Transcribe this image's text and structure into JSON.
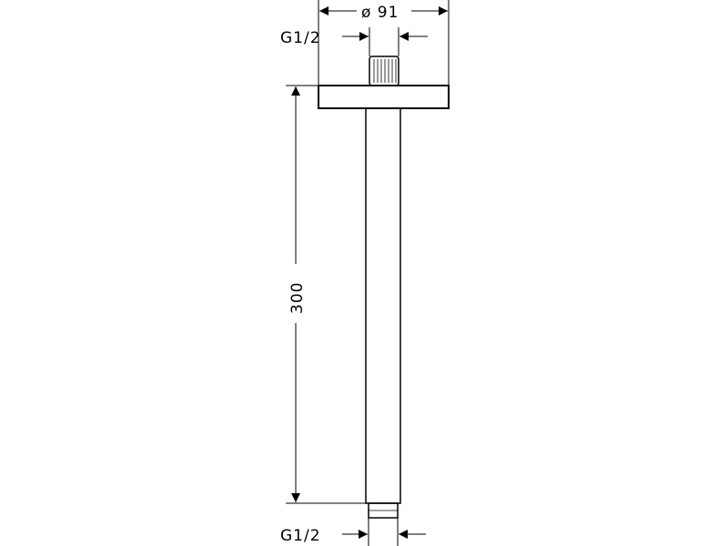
{
  "drawing": {
    "flange_diameter_label": "ø 91",
    "top_thread_label": "G1/2",
    "bottom_thread_label": "G1/2",
    "arm_length_label": "300"
  },
  "colors": {
    "line": "#000000",
    "background": "#ffffff"
  }
}
